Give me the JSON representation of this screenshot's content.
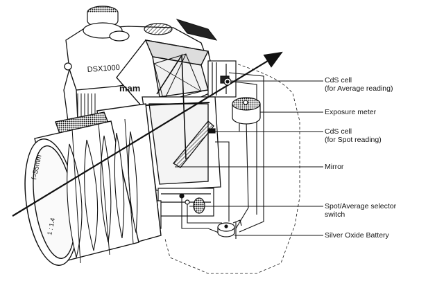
{
  "camera": {
    "model_text": "DSX1000",
    "brand_fragment": "mam",
    "lens_marking": "f=55mm",
    "lens_marking_2": "1 : 1.4"
  },
  "labels": {
    "cds_average": {
      "line1": "CdS cell",
      "line2": "(for Average reading)"
    },
    "exposure_meter": {
      "line1": "Exposure meter"
    },
    "cds_spot": {
      "line1": "CdS cell",
      "line2": "(for Spot reading)"
    },
    "mirror": {
      "line1": "Mirror"
    },
    "selector_switch": {
      "line1": "Spot/Average selector",
      "line2": "switch"
    },
    "battery": {
      "line1": "Silver Oxide Battery"
    }
  },
  "colors": {
    "ink": "#111111",
    "shade": "#555555",
    "paper": "#ffffff"
  }
}
